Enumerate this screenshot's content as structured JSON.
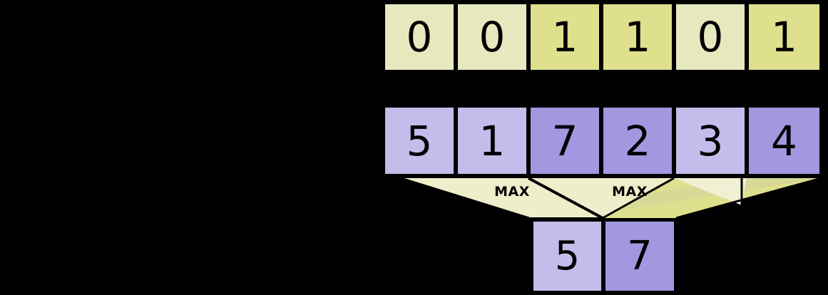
{
  "diagram": {
    "title": "max-pooling-with-mask",
    "background_color": "#000000",
    "palette": {
      "mask_light": "#e6e9bd",
      "mask_dark": "#dfe08e",
      "value_light": "#c3bdec",
      "value_dark": "#a198e0",
      "funnel_light": "#eeeecb",
      "funnel_dark": "#dfe08e",
      "stroke": "#000000"
    },
    "mask_row": {
      "name": "binary-mask-row",
      "cells": [
        {
          "value": "0",
          "shade": "light"
        },
        {
          "value": "0",
          "shade": "light"
        },
        {
          "value": "1",
          "shade": "dark"
        },
        {
          "value": "1",
          "shade": "dark"
        },
        {
          "value": "0",
          "shade": "light"
        },
        {
          "value": "1",
          "shade": "dark"
        }
      ]
    },
    "input_row": {
      "name": "input-values-row",
      "cells": [
        {
          "value": "5",
          "shade": "light"
        },
        {
          "value": "1",
          "shade": "light"
        },
        {
          "value": "7",
          "shade": "dark"
        },
        {
          "value": "2",
          "shade": "dark"
        },
        {
          "value": "3",
          "shade": "light"
        },
        {
          "value": "4",
          "shade": "dark"
        }
      ]
    },
    "operations": [
      {
        "label": "MAX",
        "name": "max-operation-left"
      },
      {
        "label": "MAX",
        "name": "max-operation-right"
      }
    ],
    "output_row": {
      "name": "output-values-row",
      "cells": [
        {
          "value": "5",
          "shade": "light"
        },
        {
          "value": "7",
          "shade": "dark"
        }
      ]
    }
  }
}
